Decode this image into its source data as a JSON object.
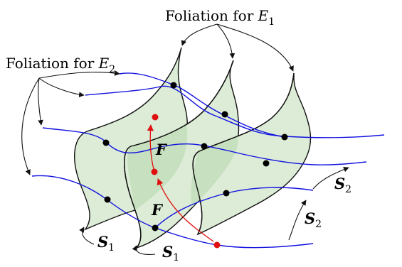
{
  "labels": {
    "foliation_e1": {
      "prefix": "Foliation for ",
      "var": "E",
      "sub": "1"
    },
    "foliation_e2": {
      "prefix": "Foliation for ",
      "var": "E",
      "sub": "2"
    },
    "f_upper": "F",
    "f_lower": "F",
    "s1_left": {
      "var": "S",
      "sub": "1"
    },
    "s1_right": {
      "var": "S",
      "sub": "1"
    },
    "s2_upper": {
      "var": "S",
      "sub": "2"
    },
    "s2_lower": {
      "var": "S",
      "sub": "2"
    }
  },
  "colors": {
    "leaf_fill": "#dcecd6",
    "leaf_overlap": "#c7e0bf",
    "curve": "#1010e0",
    "point_black": "#000000",
    "point_red": "#e01010",
    "arrow_red": "#e01010"
  }
}
